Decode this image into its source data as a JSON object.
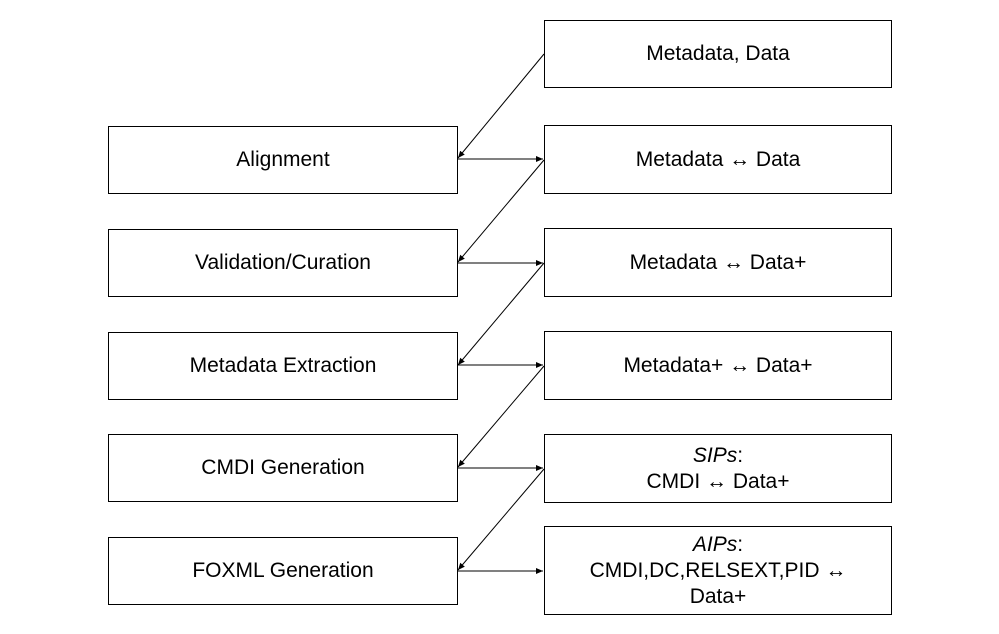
{
  "steps": [
    {
      "label": "Alignment"
    },
    {
      "label": "Validation/Curation"
    },
    {
      "label": "Metadata Extraction"
    },
    {
      "label": "CMDI Generation"
    },
    {
      "label": "FOXML Generation"
    }
  ],
  "states": [
    {
      "head": "",
      "lines": [
        "Metadata, Data"
      ]
    },
    {
      "head": "",
      "lines": [
        "Metadata ↔ Data"
      ]
    },
    {
      "head": "",
      "lines": [
        "Metadata ↔ Data+"
      ]
    },
    {
      "head": "",
      "lines": [
        "Metadata+ ↔ Data+"
      ]
    },
    {
      "head": "SIPs",
      "head_suffix": ":",
      "lines": [
        "CMDI ↔ Data+"
      ]
    },
    {
      "head": "AIPs",
      "head_suffix": ":",
      "lines": [
        "CMDI,DC,RELSEXT,PID ↔",
        "Data+"
      ]
    }
  ]
}
